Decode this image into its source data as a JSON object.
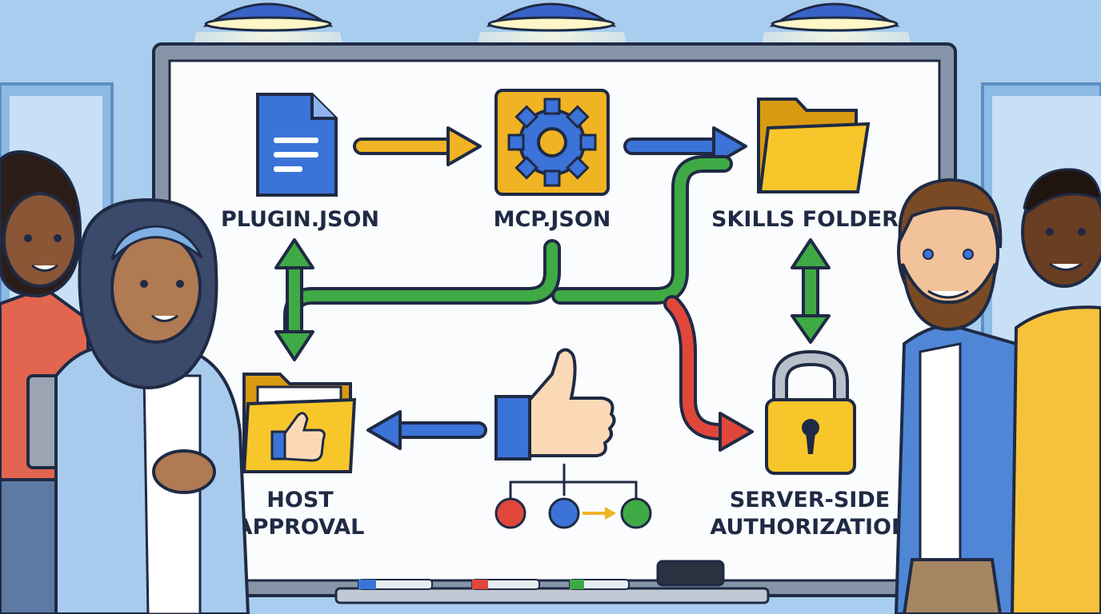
{
  "diagram": {
    "nodes": {
      "plugin_json": {
        "label": "PLUGIN.JSON",
        "icon": "document-icon"
      },
      "mcp_json": {
        "label": "MCP.JSON",
        "icon": "gear-icon"
      },
      "skills_folder": {
        "label": "SKILLS FOLDER",
        "icon": "folder-icon"
      },
      "host_approval": {
        "label_line1": "HOST",
        "label_line2": "APPROVAL",
        "icon": "folder-thumbs-up-icon"
      },
      "approval": {
        "icon": "thumbs-up-icon"
      },
      "server_side_authorization": {
        "label_line1": "SERVER-SIDE",
        "label_line2": "AUTHORIZATION",
        "icon": "padlock-icon"
      },
      "flow_mini": {
        "icon": "branch-flow-icon"
      }
    },
    "edges": [
      {
        "from": "plugin_json",
        "to": "mcp_json",
        "color": "#f0b323",
        "style": "arrow"
      },
      {
        "from": "mcp_json",
        "to": "skills_folder",
        "color": "#3b73d8",
        "style": "arrow"
      },
      {
        "from": "mcp_json",
        "to": "plugin_json",
        "color": "#3faa45",
        "style": "curved-arrow"
      },
      {
        "from": "host_approval",
        "to": "skills_folder",
        "color": "#3faa45",
        "style": "curved-arrow"
      },
      {
        "from": "plugin_json",
        "to": "host_approval",
        "color": "#3faa45",
        "style": "double-arrow"
      },
      {
        "from": "skills_folder",
        "to": "server_side_authorization",
        "color": "#3faa45",
        "style": "double-arrow"
      },
      {
        "from": "junction",
        "to": "server_side_authorization",
        "color": "#e0473a",
        "style": "curved-arrow"
      },
      {
        "from": "approval",
        "to": "host_approval",
        "color": "#3b73d8",
        "style": "arrow"
      }
    ]
  },
  "colors": {
    "yellow": "#f0b323",
    "blue": "#3b73d8",
    "green": "#3faa45",
    "red": "#e0473a",
    "outline": "#1f2a44",
    "whiteboard": "#fbfcfd"
  }
}
